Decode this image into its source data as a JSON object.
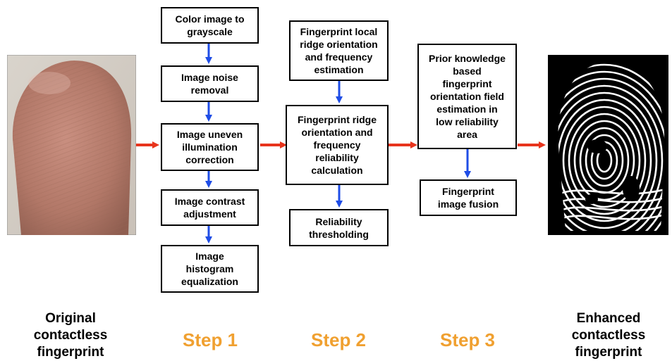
{
  "images": {
    "original": "original-finger-photo",
    "enhanced": "enhanced-fingerprint-image"
  },
  "captions": {
    "original": "Original\ncontactless\nfingerprint",
    "enhanced": "Enhanced\ncontactless\nfingerprint"
  },
  "steps": {
    "step1": "Step 1",
    "step2": "Step 2",
    "step3": "Step 3"
  },
  "step1_boxes": [
    "Color image to\ngrayscale",
    "Image noise\nremoval",
    "Image uneven\nillumination\ncorrection",
    "Image contrast\nadjustment",
    "Image\nhistogram\nequalization"
  ],
  "step2_boxes": [
    "Fingerprint local\nridge orientation\nand frequency\nestimation",
    "Fingerprint ridge\norientation and\nfrequency\nreliability\ncalculation",
    "Reliability\nthresholding"
  ],
  "step3_boxes": [
    "Prior knowledge\nbased\nfingerprint\norientation field\nestimation in\nlow reliability\narea",
    "Fingerprint\nimage fusion"
  ],
  "colors": {
    "flow_arrow": "#e8341c",
    "sub_arrow": "#1f4de6",
    "step_label": "#f0a030"
  }
}
